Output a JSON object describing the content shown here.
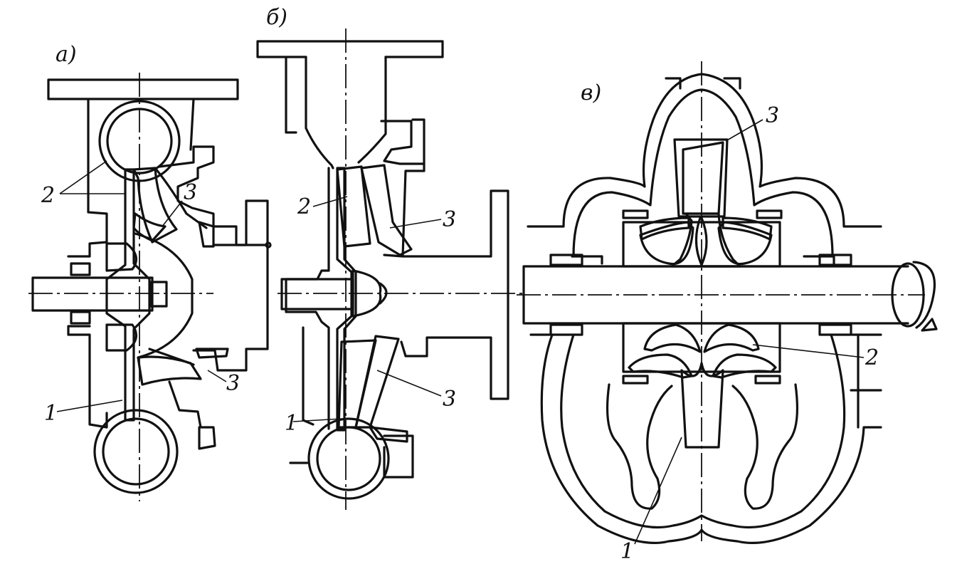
{
  "views": {
    "a": {
      "tag": "а)",
      "labels": {
        "one": "1",
        "two": "2",
        "three_top": "3",
        "three_bottom": "3"
      }
    },
    "b": {
      "tag": "б)",
      "labels": {
        "one": "1",
        "two": "2",
        "three_top": "3",
        "three_bottom": "3"
      }
    },
    "c": {
      "tag": "в)",
      "labels": {
        "one": "1",
        "two": "2",
        "three": "3"
      }
    }
  },
  "colors": {
    "ink": "#111111",
    "paper": "#ffffff"
  }
}
